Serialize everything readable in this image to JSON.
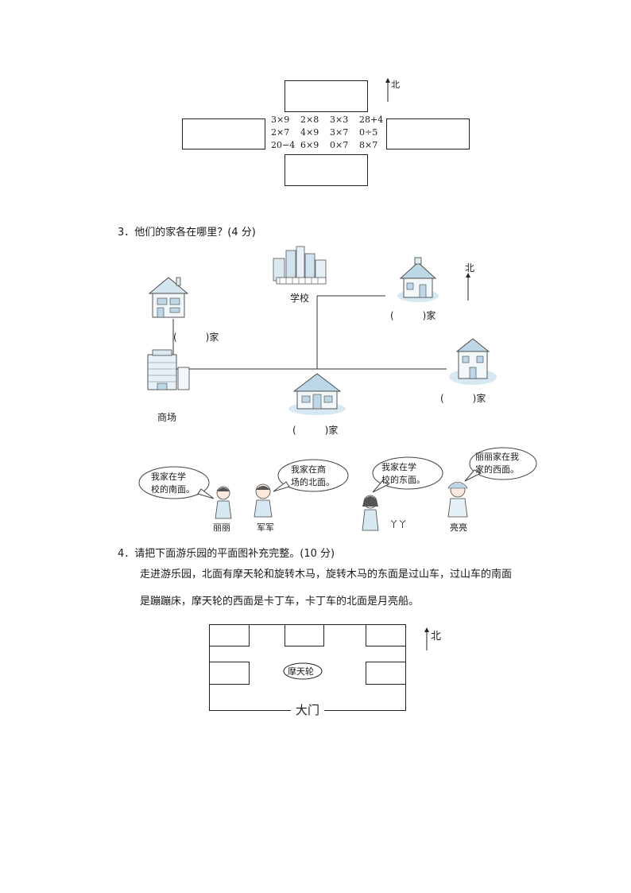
{
  "top_exercise": {
    "north_label": "北",
    "grid": [
      [
        "3×9",
        "2×8",
        "3×3",
        "28+4"
      ],
      [
        "2×7",
        "4×9",
        "3×7",
        "0÷5"
      ],
      [
        "20−4",
        "6×9",
        "0×7",
        "8×7"
      ]
    ]
  },
  "q3": {
    "title": "3．他们的家各在哪里？(4 分)",
    "north_label": "北",
    "school_label": "学校",
    "mall_label": "商场",
    "blank_text": "(　　　)家",
    "bubbles": [
      {
        "line1": "我家在学",
        "line2": "校的南面。"
      },
      {
        "line1": "我家在商",
        "line2": "场的北面。"
      },
      {
        "line1": "我家在学",
        "line2": "校的东面。"
      },
      {
        "line1": "丽丽家在我",
        "line2": "家的西面。"
      }
    ],
    "names": [
      "丽丽",
      "军军",
      "丫丫",
      "亮亮"
    ]
  },
  "q4": {
    "title": "4．请把下面游乐园的平面图补充完整。(10 分)",
    "para_line1": "走进游乐园，北面有摩天轮和旋转木马，旋转木马的东面是过山车，过山车的南面",
    "para_line2": "是蹦蹦床，摩天轮的西面是卡丁车，卡丁车的北面是月亮船。",
    "ferris_label": "摩天轮",
    "gate_label": "大门",
    "north_label": "北"
  }
}
